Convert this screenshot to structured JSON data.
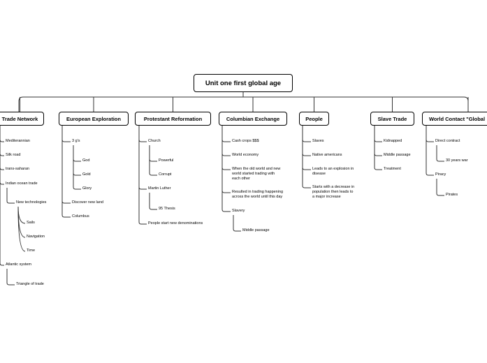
{
  "root": "Unit one first global age",
  "branches": [
    {
      "id": "trade",
      "label": "Trade Network",
      "children": [
        {
          "label": "Mediterannian"
        },
        {
          "label": "Silk road"
        },
        {
          "label": "trans-saharan"
        },
        {
          "label": "Indian ocean trade",
          "children": [
            {
              "label": "New technologies",
              "children": [
                {
                  "label": "Sails"
                },
                {
                  "label": "Navigation"
                },
                {
                  "label": "Time"
                }
              ]
            }
          ]
        },
        {
          "label": "Atlantic system",
          "children": [
            {
              "label": "Triangle of trade"
            }
          ]
        }
      ]
    },
    {
      "id": "explore",
      "label": "European Exploration",
      "children": [
        {
          "label": "3 g's",
          "children": [
            {
              "label": "God"
            },
            {
              "label": "Gold"
            },
            {
              "label": "Glory"
            }
          ]
        },
        {
          "label": "Discover new land"
        },
        {
          "label": "Columbus"
        }
      ]
    },
    {
      "id": "protest",
      "label": "Protestant Reformation",
      "children": [
        {
          "label": "Church",
          "children": [
            {
              "label": "Powerful"
            },
            {
              "label": "Corrupt"
            }
          ]
        },
        {
          "label": "Martin Luther",
          "children": [
            {
              "label": "95 Thesis"
            }
          ]
        },
        {
          "label": "People start new denominations"
        }
      ]
    },
    {
      "id": "columbian",
      "label": "Columbian Exchange",
      "children": [
        {
          "label": "Cash crops $$$"
        },
        {
          "label": "World economy"
        },
        {
          "label": "When the old world and new\nworld started trading with\neach other"
        },
        {
          "label": "Resulted in trading happening\nacross the world until this day"
        },
        {
          "label": "Slavery",
          "children": [
            {
              "label": "Middle passage"
            }
          ]
        }
      ]
    },
    {
      "id": "people",
      "label": "People",
      "children": [
        {
          "label": "Slaves"
        },
        {
          "label": "Native americans"
        },
        {
          "label": "Leads to an explosion in\ndisease"
        },
        {
          "label": "Starts with a decrease in\npopulation then leads to\na major increase"
        }
      ]
    },
    {
      "id": "slave",
      "label": "Slave Trade",
      "children": [
        {
          "label": "Kidnapped"
        },
        {
          "label": "Middle passage"
        },
        {
          "label": "Treatment"
        }
      ]
    },
    {
      "id": "contact",
      "label": "World Contact \"Global",
      "children": [
        {
          "label": "Direct contract",
          "children": [
            {
              "label": "30 years war"
            }
          ]
        },
        {
          "label": "Piracy",
          "children": [
            {
              "label": "Pirates"
            }
          ]
        }
      ]
    }
  ]
}
